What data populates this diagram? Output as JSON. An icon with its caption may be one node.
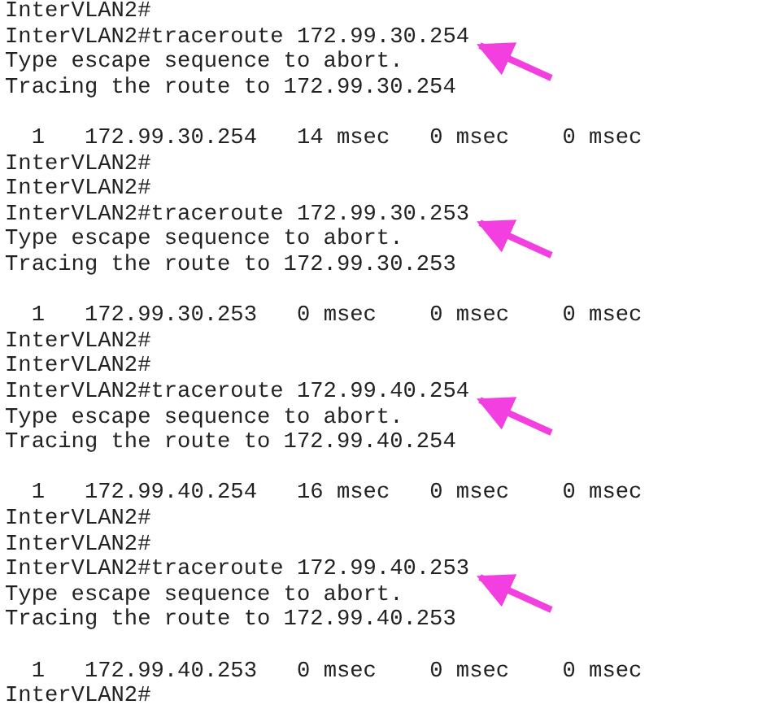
{
  "diagram": {
    "nodes": [
      {
        "text": [
          "InterVLAN2#traceroute 172.99.30.254"
        ]
      },
      {
        "text": [
          "InterVLAN2#traceroute 172.99.30.253"
        ]
      },
      {
        "text": [
          "InterVLAN2#traceroute 172.99.40.254"
        ]
      },
      {
        "text": [
          "InterVLAN2#traceroute 172.99.40.253"
        ]
      }
    ],
    "edges": [
      {
        "from": null,
        "to": 0,
        "arrow": "to"
      },
      {
        "from": null,
        "to": 1,
        "arrow": "to"
      },
      {
        "from": null,
        "to": 2,
        "arrow": "to"
      },
      {
        "from": null,
        "to": 3,
        "arrow": "to"
      }
    ],
    "labels": [
      "InterVLAN2#",
      "Type escape sequence to abort.",
      "Tracing the route to 172.99.30.254",
      "1",
      "172.99.30.254",
      "14 msec",
      "0 msec",
      "0 msec",
      "InterVLAN2#",
      "InterVLAN2#",
      "Type escape sequence to abort.",
      "Tracing the route to 172.99.30.253",
      "1",
      "172.99.30.253",
      "0 msec",
      "0 msec",
      "0 msec",
      "InterVLAN2#",
      "InterVLAN2#",
      "Type escape sequence to abort.",
      "Tracing the route to 172.99.40.254",
      "1",
      "172.99.40.254",
      "16 msec",
      "0 msec",
      "0 msec",
      "InterVLAN2#",
      "InterVLAN2#",
      "Type escape sequence to abort.",
      "Tracing the route to 172.99.40.253",
      "1",
      "172.99.40.253",
      "0 msec",
      "0 msec",
      "0 msec",
      "InterVLAN2#"
    ]
  }
}
